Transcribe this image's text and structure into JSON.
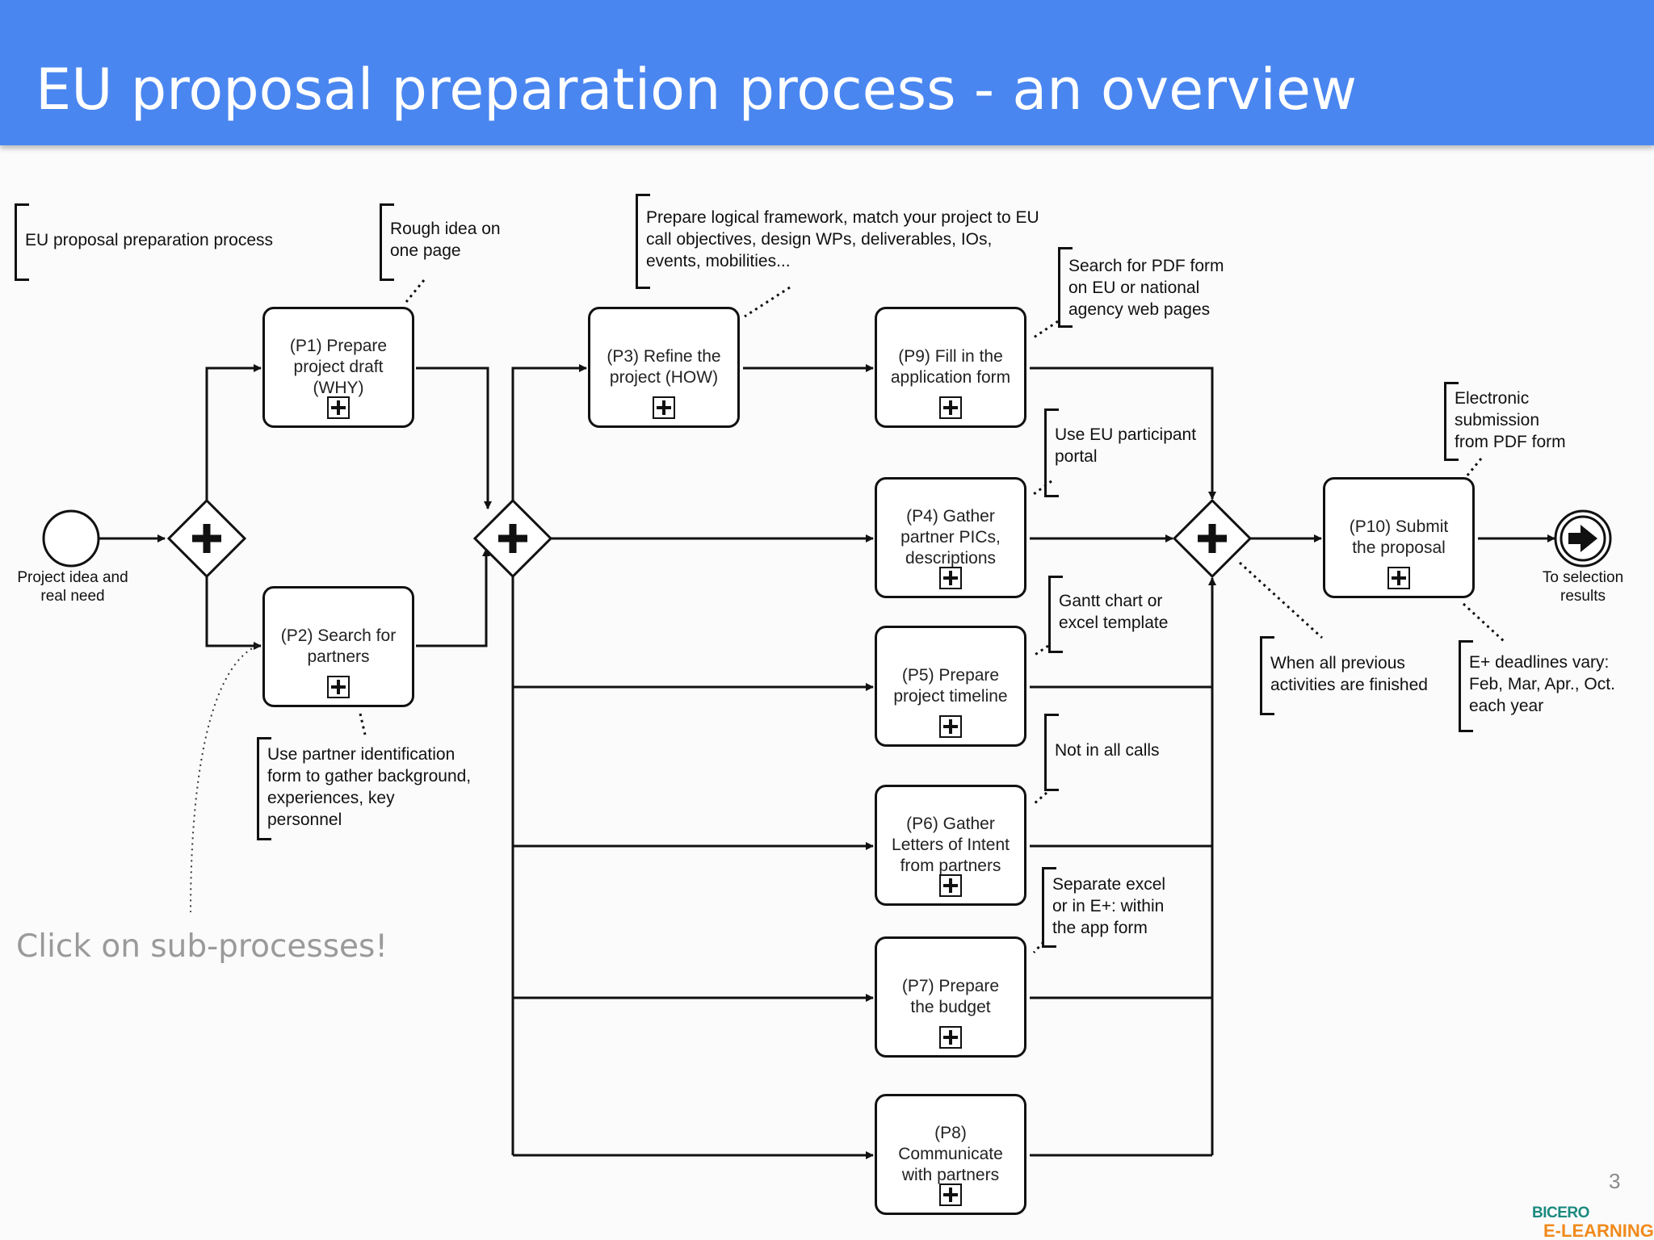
{
  "header": {
    "title": "EU proposal preparation process - an overview"
  },
  "events": {
    "start_label": "Project idea and\nreal need",
    "end_label": "To selection\nresults"
  },
  "tasks": {
    "p1": "(P1) Prepare\nproject draft\n(WHY)",
    "p2": "(P2) Search for\npartners",
    "p3": "(P3) Refine the\nproject (HOW)",
    "p9": "(P9) Fill in the\napplication form",
    "p4": "(P4) Gather\npartner PICs,\ndescriptions",
    "p5": "(P5) Prepare\nproject timeline",
    "p6": "(P6) Gather\nLetters of Intent\nfrom partners",
    "p7": "(P7) Prepare\nthe budget",
    "p8": "(P8)\nCommunicate\nwith partners",
    "p10": "(P10) Submit\nthe proposal"
  },
  "annotations": {
    "process_name": "EU proposal preparation process",
    "p1": "Rough idea on\none page",
    "p2": "Use partner identification\nform to gather background,\nexperiences, key\npersonnel",
    "p3": "Prepare logical framework, match your project to EU\ncall objectives, design WPs, deliverables, IOs,\nevents, mobilities...",
    "p9": "Search for PDF form\non EU or national\nagency web pages",
    "p4": "Use EU participant\nportal",
    "p5": "Gantt chart or\nexcel template",
    "p6": "Not in all calls",
    "p7": "Separate excel\nor in E+: within\nthe app form",
    "join": "When all previous\nactivities are finished",
    "p10_top": "Electronic\nsubmission\nfrom PDF form",
    "p10_bottom": "E+ deadlines vary:\nFeb, Mar, Apr., Oct.\neach year"
  },
  "hint": "Click on sub-processes!",
  "page_number": "3",
  "logo": {
    "line1": "BICERO",
    "line2": "E-LEARNING"
  },
  "icons": {
    "gateway": "parallel-gateway-plus",
    "subprocess": "collapsed-subprocess-plus",
    "end": "arrow-end-event"
  },
  "colors": {
    "header": "#4a86f0",
    "hint": "#9a9a9a",
    "logo_teal": "#1b8a7e",
    "logo_orange": "#f08a1c"
  }
}
